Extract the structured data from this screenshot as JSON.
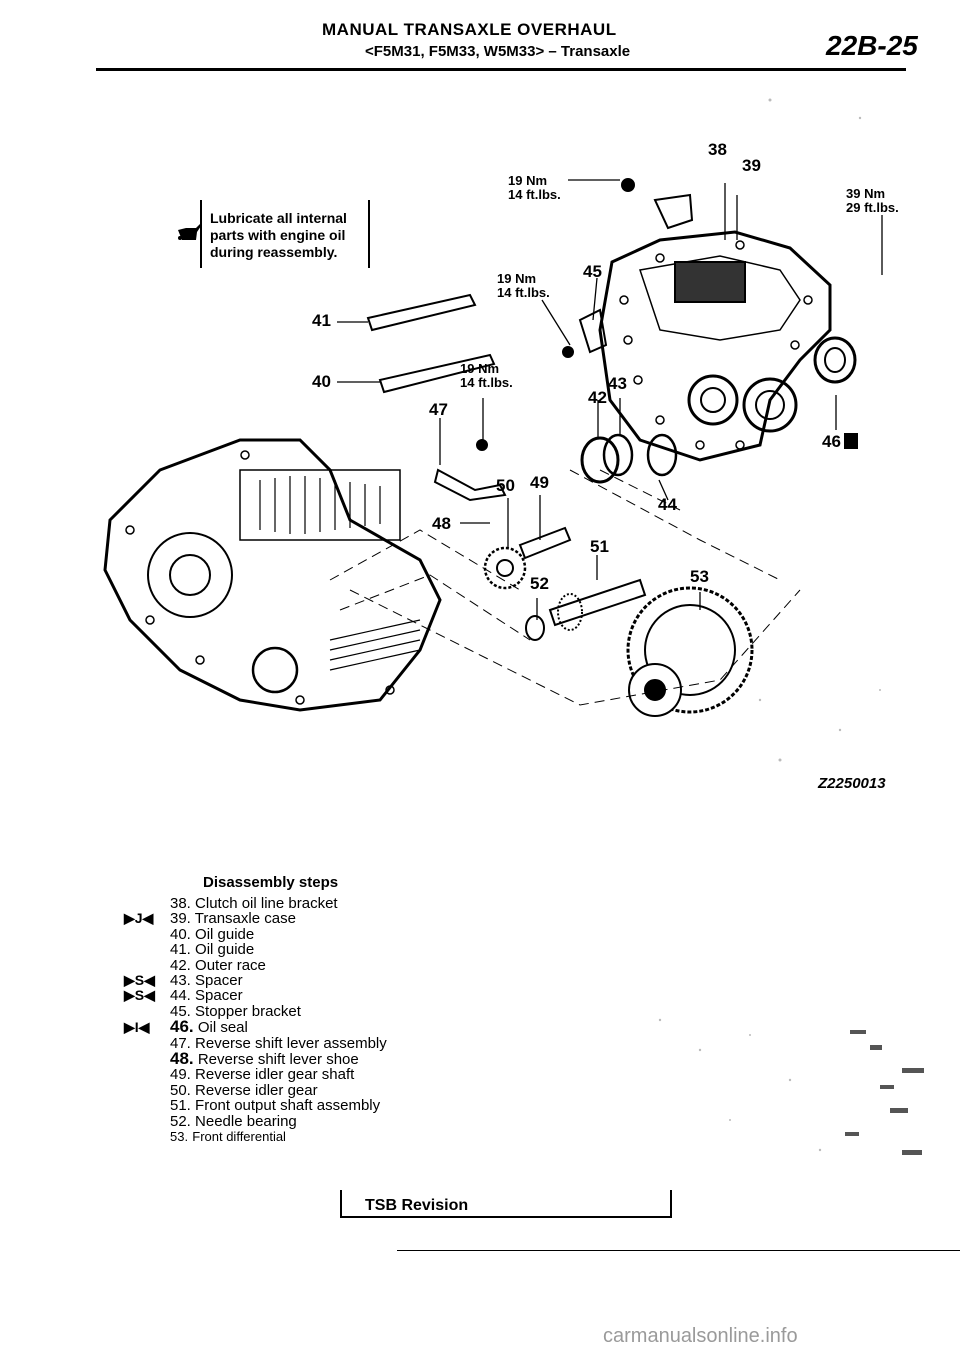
{
  "header": {
    "title": "MANUAL TRANSAXLE OVERHAUL",
    "subtitle": "<F5M31, F5M33, W5M33> – Transaxle",
    "page_code": "22B-25"
  },
  "note": {
    "text": "Lubricate all internal parts with engine oil during reassembly.",
    "icon": "oil-can-icon"
  },
  "torque_specs": {
    "t1_nm": "19 Nm",
    "t1_ft": "14 ft.lbs.",
    "t2_nm": "19 Nm",
    "t2_ft": "14 ft.lbs.",
    "t3_nm": "19 Nm",
    "t3_ft": "14 ft.lbs.",
    "t4_nm": "39 Nm",
    "t4_ft": "29 ft.lbs."
  },
  "callouts": {
    "c38": "38",
    "c39": "39",
    "c40": "40",
    "c41": "41",
    "c42": "42",
    "c43": "43",
    "c44": "44",
    "c45": "45",
    "c46": "46",
    "c47": "47",
    "c48": "48",
    "c49": "49",
    "c50": "50",
    "c51": "51",
    "c52": "52",
    "c53": "53"
  },
  "figure_code": "Z2250013",
  "steps_heading": "Disassembly steps",
  "steps": [
    {
      "marker": "",
      "num": "38.",
      "text": "Clutch oil line bracket"
    },
    {
      "marker": "▶J◀",
      "num": "39.",
      "text": "Transaxle case"
    },
    {
      "marker": "",
      "num": "40.",
      "text": "Oil guide"
    },
    {
      "marker": "",
      "num": "41.",
      "text": "Oil guide"
    },
    {
      "marker": "",
      "num": "42.",
      "text": "Outer race"
    },
    {
      "marker": "▶S◀",
      "num": "43.",
      "text": "Spacer"
    },
    {
      "marker": "▶S◀",
      "num": "44.",
      "text": "Spacer"
    },
    {
      "marker": "",
      "num": "45.",
      "text": "Stopper bracket"
    },
    {
      "marker": "▶I◀",
      "num": "46.",
      "text": "Oil seal"
    },
    {
      "marker": "",
      "num": "47.",
      "text": "Reverse shift lever assembly"
    },
    {
      "marker": "",
      "num": "48.",
      "text": "Reverse shift lever shoe"
    },
    {
      "marker": "",
      "num": "49.",
      "text": "Reverse idler gear shaft"
    },
    {
      "marker": "",
      "num": "50.",
      "text": "Reverse idler gear"
    },
    {
      "marker": "",
      "num": "51.",
      "text": "Front output shaft assembly"
    },
    {
      "marker": "",
      "num": "52.",
      "text": "Needle bearing"
    },
    {
      "marker": "",
      "num": "53.",
      "text": "Front differential"
    }
  ],
  "footer": {
    "tsb_label": "TSB Revision",
    "watermark": "carmanualsonline.info"
  }
}
